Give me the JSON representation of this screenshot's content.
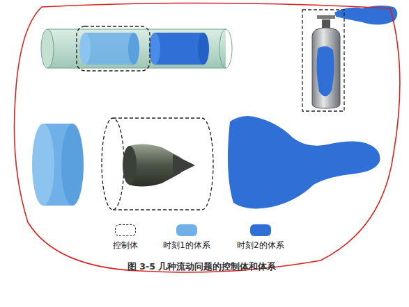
{
  "diagram": {
    "caption": "图 3-5 几种流动问题的控制体和体系",
    "legend": [
      {
        "text": "控制体"
      },
      {
        "text": "时刻1的体系",
        "color": "#6fb0e8"
      },
      {
        "text": "时刻2的体系",
        "color": "#2f6fd6"
      }
    ]
  }
}
